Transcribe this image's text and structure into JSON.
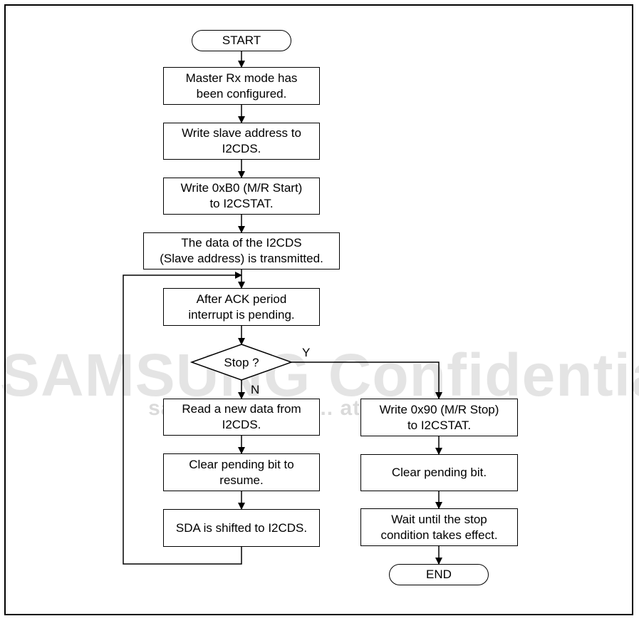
{
  "flowchart": {
    "start": "START",
    "master_rx": "Master Rx mode has\nbeen configured.",
    "write_slave": "Write slave address to\nI2CDS.",
    "write_b0": "Write 0xB0 (M/R Start)\nto I2CSTAT.",
    "data_transmitted": "The data of the I2CDS\n(Slave address) is transmitted.",
    "ack_pending": "After ACK period\ninterrupt is pending.",
    "stop_decision": "Stop ?",
    "yes_label": "Y",
    "no_label": "N",
    "read_data": "Read a new data from\nI2CDS.",
    "clear_resume": "Clear pending bit to\nresume.",
    "sda_shift": "SDA is shifted to I2CDS.",
    "write_90": "Write 0x90 (M/R Stop)\nto I2CSTAT.",
    "clear_pending": "Clear pending bit.",
    "wait_stop": "Wait until the stop\ncondition takes effect.",
    "end": "END"
  },
  "watermark": {
    "title": "SAMSUNG Confidential",
    "subtitle": "samsung / ..... .... at ........ .05.07"
  }
}
